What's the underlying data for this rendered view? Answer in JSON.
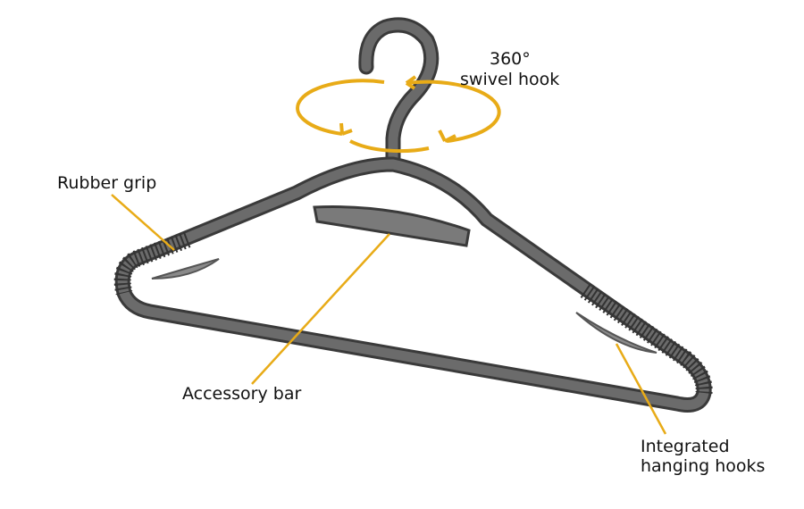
{
  "labels": {
    "swivel_line1": "360°",
    "swivel_line2": "swivel hook",
    "rubber_grip": "Rubber grip",
    "accessory_bar": "Accessory bar",
    "hooks_line1": "Integrated",
    "hooks_line2": "hanging hooks"
  },
  "colors": {
    "accent": "#e8ab17",
    "hanger": "#5b5b5b",
    "hanger_dark": "#3a3a3a"
  }
}
